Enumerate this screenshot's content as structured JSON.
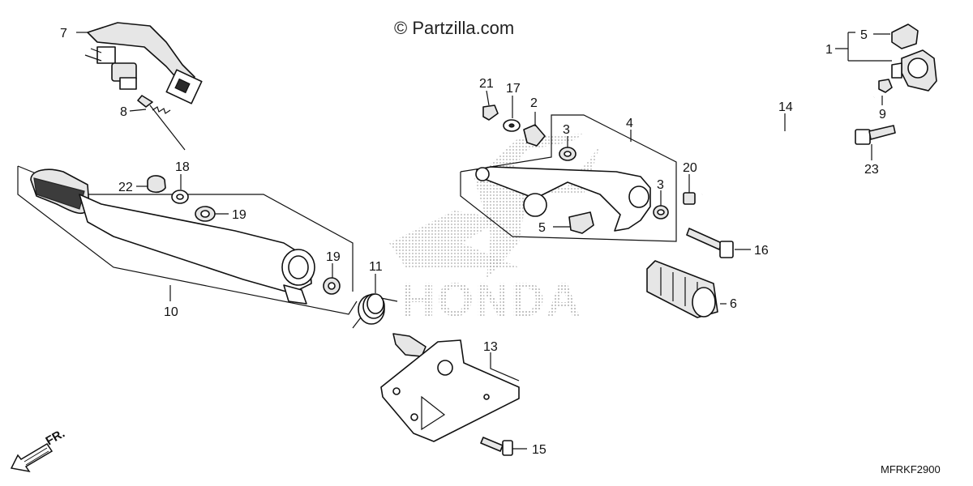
{
  "watermark": {
    "copyright": "© Partzilla.com",
    "brand": "HONDA"
  },
  "diagram_code": "MFRKF2900",
  "direction_label": "FR.",
  "callouts": {
    "c1": "1",
    "c2": "2",
    "c3a": "3",
    "c3b": "3",
    "c4": "4",
    "c5a": "5",
    "c5b": "5",
    "c6": "6",
    "c7": "7",
    "c8": "8",
    "c9": "9",
    "c10": "10",
    "c11": "11",
    "c13": "13",
    "c14": "14",
    "c15": "15",
    "c16": "16",
    "c17": "17",
    "c18": "18",
    "c19a": "19",
    "c19b": "19",
    "c20": "20",
    "c21": "21",
    "c22": "22",
    "c23": "23"
  }
}
